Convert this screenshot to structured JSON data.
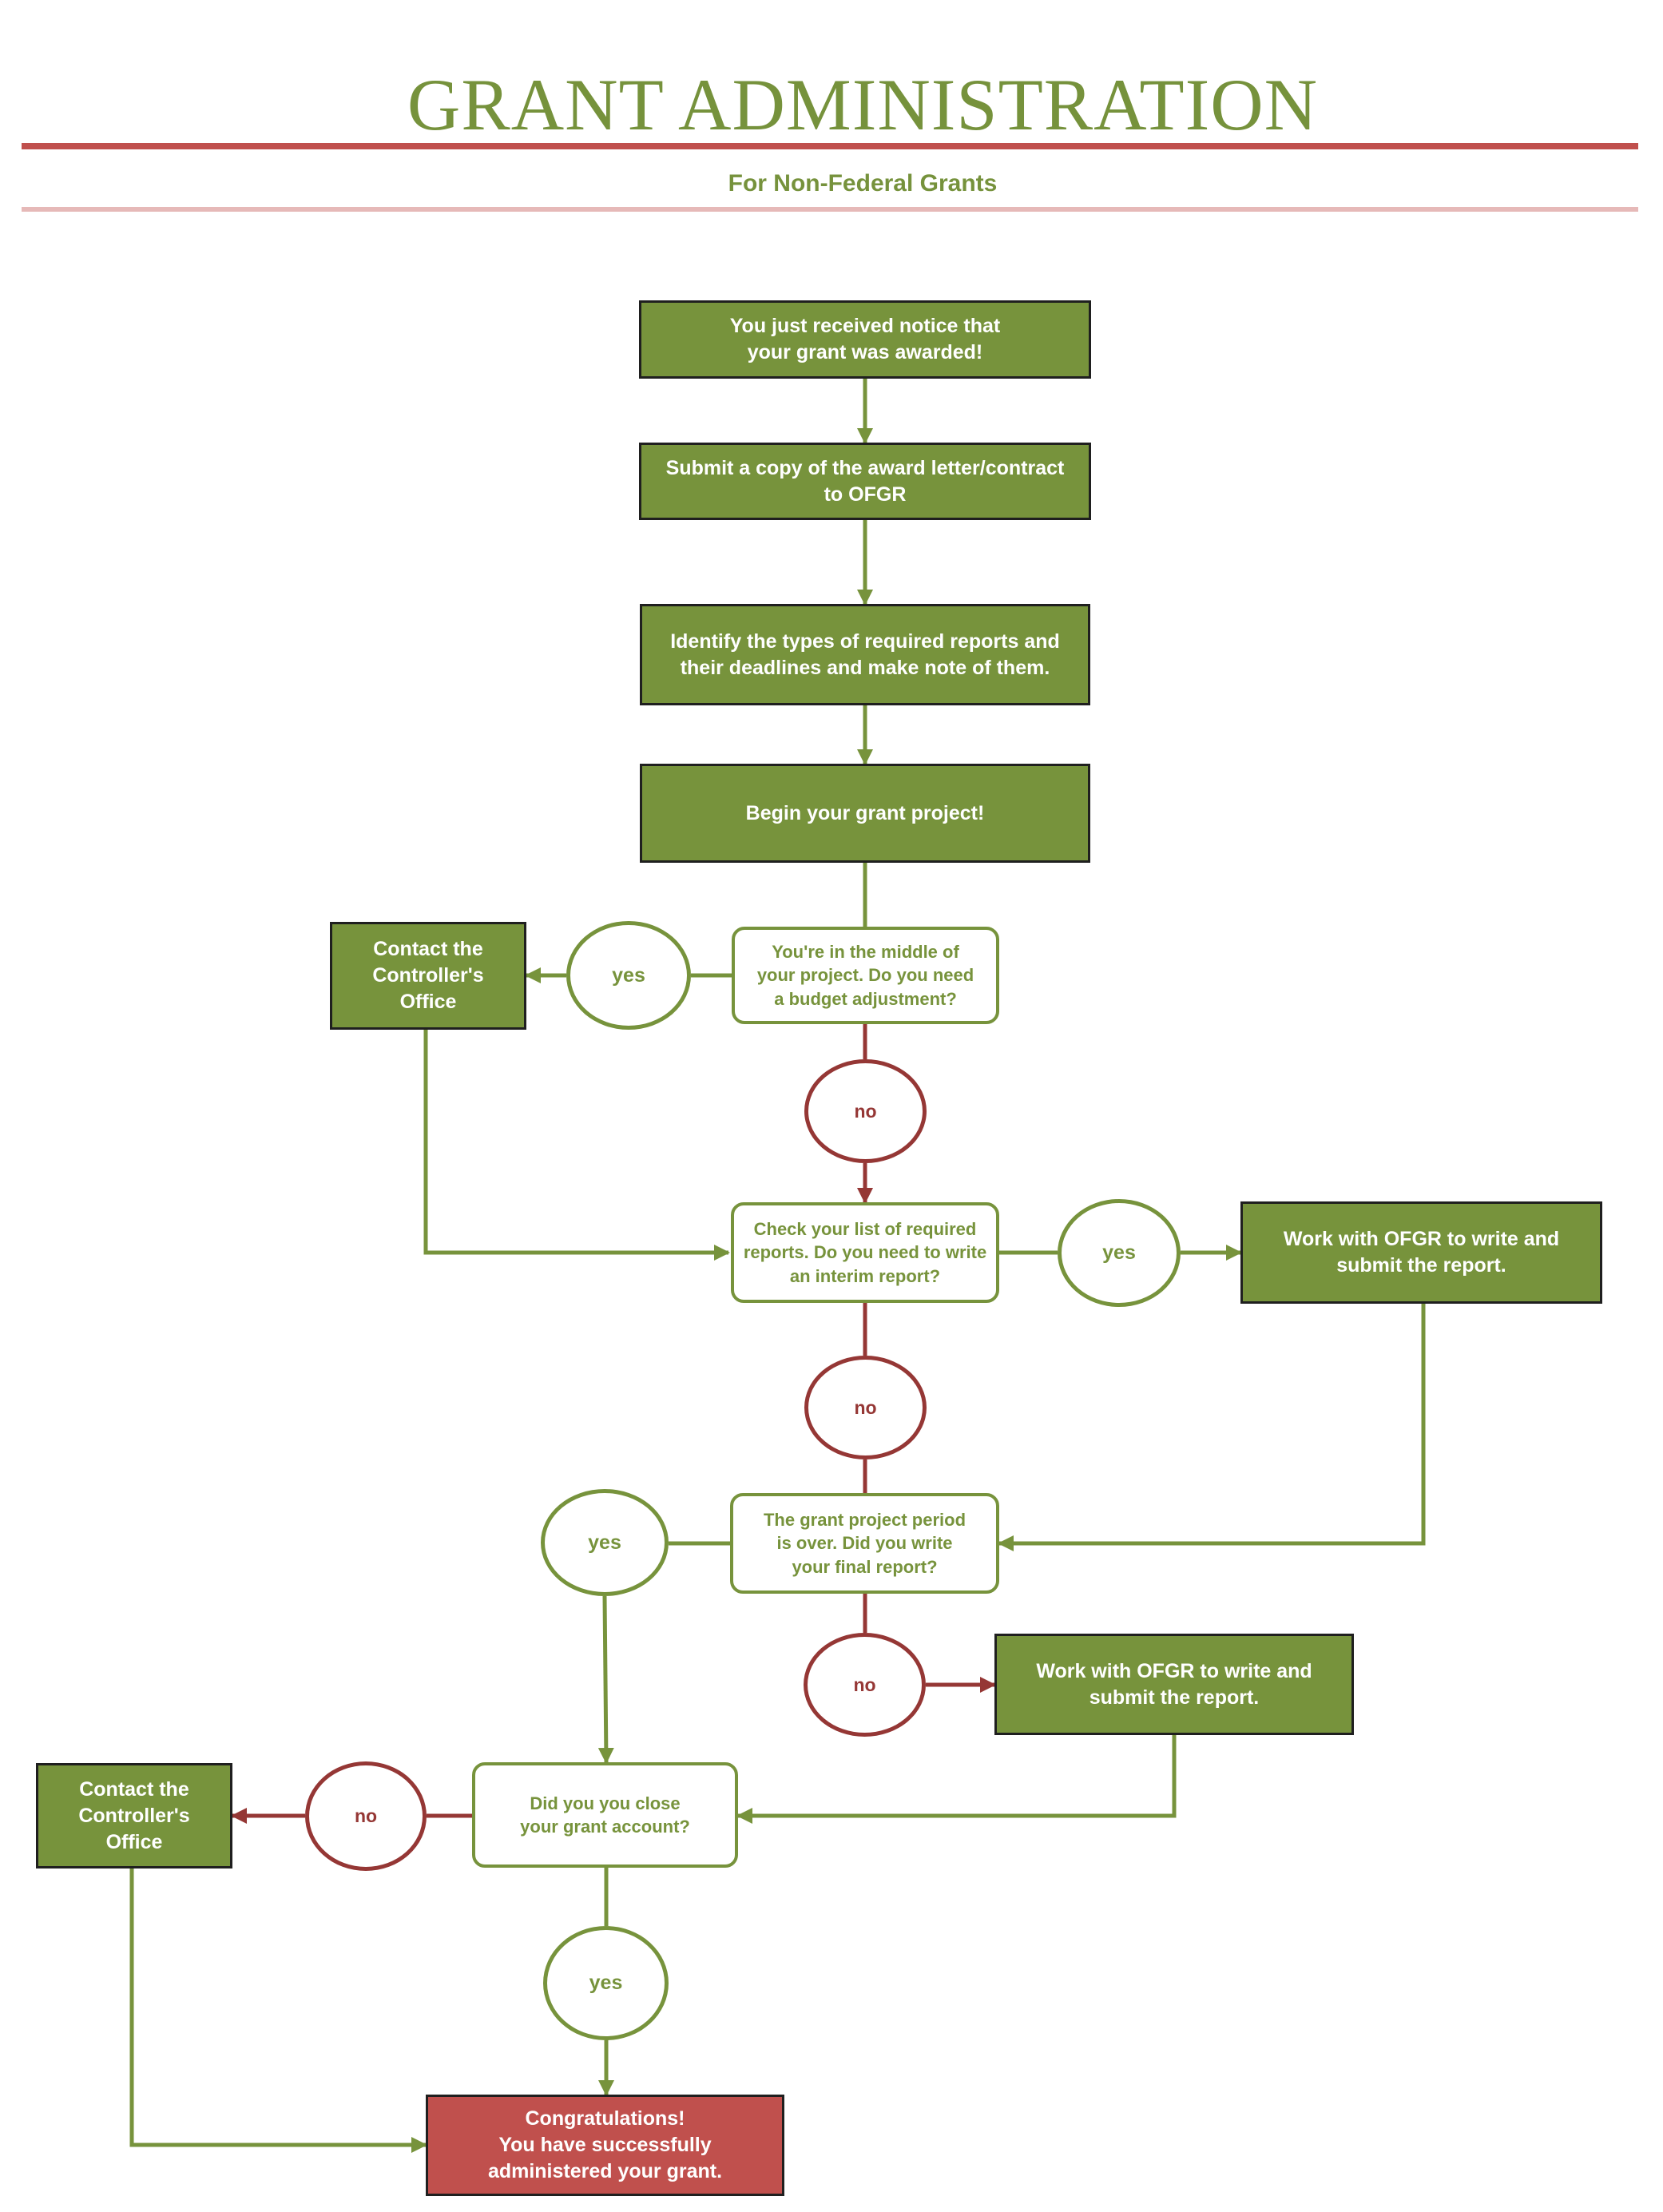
{
  "header": {
    "title": "GRANT ADMINISTRATION",
    "subtitle": "For Non-Federal Grants"
  },
  "colors": {
    "green": "#77933c",
    "red": "#c0504d",
    "dark_red": "#953735",
    "rule_red": "#c0504d",
    "rule_pink": "#e6b9b8"
  },
  "flow": {
    "awarded": "You just received notice that\nyour grant was awarded!",
    "submit_copy": "Submit a copy of the award letter/contract\nto OFGR",
    "identify_reports": "Identify the types of required reports and\ntheir deadlines and make note of them.",
    "begin_project": "Begin your grant project!",
    "budget_question": "You're in the middle of\nyour project. Do you need\na budget adjustment?",
    "contact_controller_1": "Contact the\nController's\nOffice",
    "interim_question": "Check your list of required\nreports. Do you need to write\nan interim report?",
    "work_ofgr_1": "Work with OFGR to write and\nsubmit the report.",
    "final_report_question": "The grant project period\nis over. Did you write\nyour final report?",
    "work_ofgr_2": "Work with OFGR to write and\nsubmit the report.",
    "close_account_question": "Did you you close\nyour grant account?",
    "contact_controller_2": "Contact the\nController's\nOffice",
    "congratulations": "Congratulations!\nYou have successfully\nadministered your grant."
  },
  "labels": {
    "yes": "yes",
    "no": "no"
  }
}
